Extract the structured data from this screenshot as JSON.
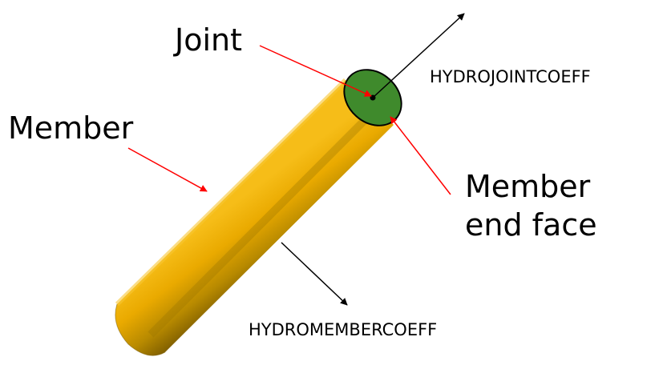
{
  "labels": {
    "joint": "Joint",
    "member": "Member",
    "member_end_face_line1": "Member",
    "member_end_face_line2": "end face",
    "hydro_joint_coeff": "HYDROJOINTCOEFF",
    "hydro_member_coeff": "HYDROMEMBERCOEFF"
  },
  "colors": {
    "member_light": "#f4b400",
    "member_mid": "#e0a200",
    "member_dark": "#8a6a00",
    "end_face": "#3f8a2c",
    "pointer_arrow": "#ff0000",
    "vector_arrow": "#000000"
  }
}
